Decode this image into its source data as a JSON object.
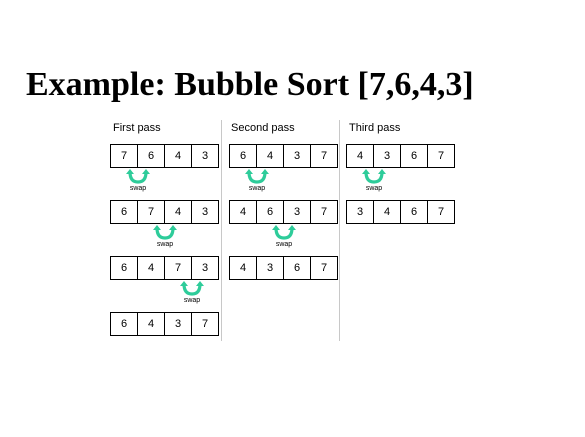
{
  "title": "Example: Bubble Sort [7,6,4,3]",
  "swap_color": "#2ecc9a",
  "swap_label": "swap",
  "passes": [
    {
      "title": "First pass",
      "steps": [
        {
          "array": [
            "7",
            "6",
            "4",
            "3"
          ],
          "swap_after": 0
        },
        {
          "array": [
            "6",
            "7",
            "4",
            "3"
          ],
          "swap_after": 1
        },
        {
          "array": [
            "6",
            "4",
            "7",
            "3"
          ],
          "swap_after": 2
        },
        {
          "array": [
            "6",
            "4",
            "3",
            "7"
          ],
          "swap_after": null
        }
      ]
    },
    {
      "title": "Second pass",
      "steps": [
        {
          "array": [
            "6",
            "4",
            "3",
            "7"
          ],
          "swap_after": 0
        },
        {
          "array": [
            "4",
            "6",
            "3",
            "7"
          ],
          "swap_after": 1
        },
        {
          "array": [
            "4",
            "3",
            "6",
            "7"
          ],
          "swap_after": null
        }
      ]
    },
    {
      "title": "Third pass",
      "steps": [
        {
          "array": [
            "4",
            "3",
            "6",
            "7"
          ],
          "swap_after": 0
        },
        {
          "array": [
            "3",
            "4",
            "6",
            "7"
          ],
          "swap_after": null
        }
      ]
    }
  ]
}
